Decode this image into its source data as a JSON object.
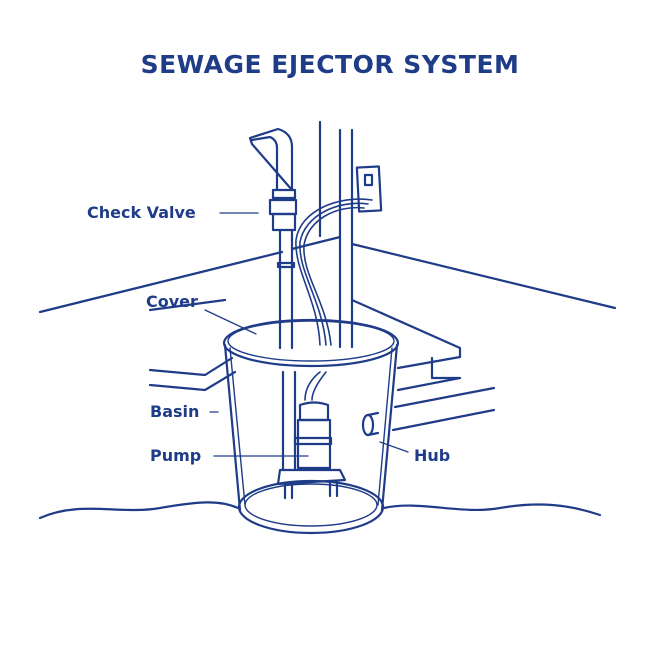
{
  "title": "SEWAGE EJECTOR SYSTEM",
  "labels": {
    "check_valve": "Check Valve",
    "cover": "Cover",
    "basin": "Basin",
    "pump": "Pump",
    "hub": "Hub"
  },
  "colors": {
    "ink": "#1f3c88",
    "background": "#ffffff"
  }
}
